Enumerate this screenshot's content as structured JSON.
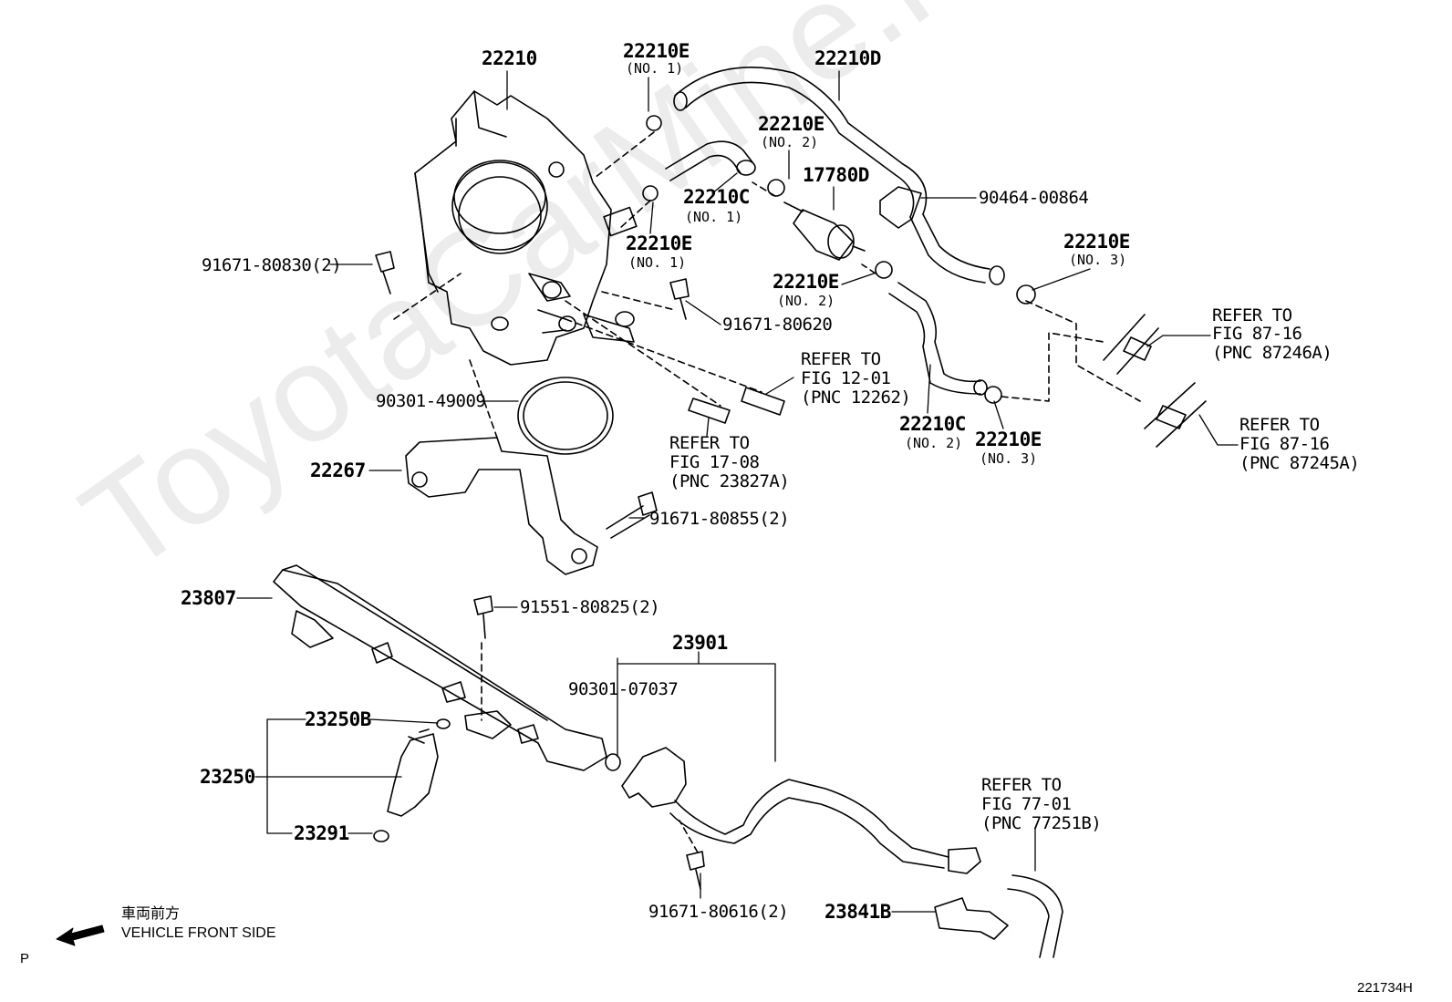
{
  "watermark": "ToyotaCarMine.ru",
  "labels": {
    "p22210": "22210",
    "p22210E_no1a": "22210E",
    "p22210E_no1a_sub": "(NO. 1)",
    "p22210D": "22210D",
    "p22210E_no2a": "22210E",
    "p22210E_no2a_sub": "(NO. 2)",
    "p17780D": "17780D",
    "p9046400864": "90464-00864",
    "p22210C_no1": "22210C",
    "p22210C_no1_sub": "(NO. 1)",
    "p22210E_no1b": "22210E",
    "p22210E_no1b_sub": "(NO. 1)",
    "p22210E_no3a": "22210E",
    "p22210E_no3a_sub": "(NO. 3)",
    "p9167180830": "91671-80830(2)",
    "p22210E_no2b": "22210E",
    "p22210E_no2b_sub": "(NO. 2)",
    "p9167180620": "91671-80620",
    "refer_87246_1": "REFER TO",
    "refer_87246_2": "FIG  87-16",
    "refer_87246_3": "(PNC 87246A)",
    "refer_12262_1": "REFER TO",
    "refer_12262_2": "FIG 12-01",
    "refer_12262_3": "(PNC 12262)",
    "p9030149009": "90301-49009",
    "refer_23827_1": "REFER TO",
    "refer_23827_2": "FIG 17-08",
    "refer_23827_3": "(PNC 23827A)",
    "p22210C_no2": "22210C",
    "p22210C_no2_sub": "(NO. 2)",
    "p22210E_no3b": "22210E",
    "p22210E_no3b_sub": "(NO. 3)",
    "refer_87245_1": "REFER TO",
    "refer_87245_2": "FIG  87-16",
    "refer_87245_3": "(PNC 87245A)",
    "p22267": "22267",
    "p9167180855": "91671-80855(2)",
    "p23807": "23807",
    "p9155180825": "91551-80825(2)",
    "p23901": "23901",
    "p9030107037": "90301-07037",
    "p23250B": "23250B",
    "p23250": "23250",
    "p23291": "23291",
    "refer_77251_1": "REFER TO",
    "refer_77251_2": "FIG 77-01",
    "refer_77251_3": "(PNC 77251B)",
    "p9167180616": "91671-80616(2)",
    "p23841B": "23841B",
    "direction_jp": "車両前方",
    "direction_en": "VEHICLE FRONT SIDE",
    "corner_p": "P",
    "figure_id": "221734H"
  }
}
